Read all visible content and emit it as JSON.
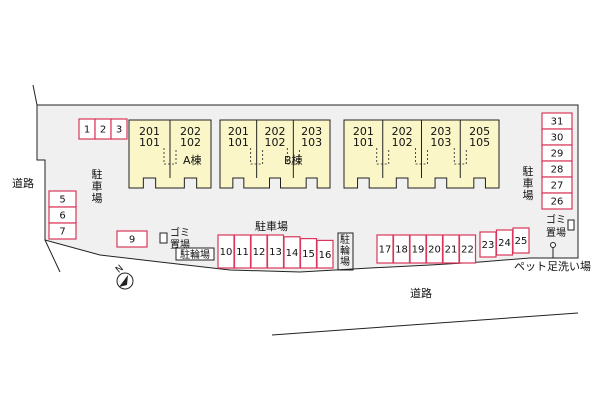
{
  "colors": {
    "lot": "#f0f0f0",
    "parking_outline": "#d8365a",
    "building_fill": "#fbf6c8",
    "line": "#222222"
  },
  "labels": {
    "road_left": "道路",
    "road_bottom": "道路",
    "parking_left": "駐車場",
    "parking_center": "駐車場",
    "parking_right": "駐車場",
    "bicycle_left": "駐輪場",
    "bicycle_center": "駐輪場",
    "garbage_left": "ゴミ置場",
    "garbage_right": "ゴミ置場",
    "pet_wash": "ペット足洗い場",
    "north_symbol": "N"
  },
  "buildings": [
    {
      "name": "A棟",
      "units": [
        [
          "201",
          "101"
        ],
        [
          "202",
          "102"
        ]
      ]
    },
    {
      "name": "B棟",
      "units": [
        [
          "201",
          "101"
        ],
        [
          "202",
          "102"
        ],
        [
          "203",
          "103"
        ]
      ]
    },
    {
      "name": "",
      "units": [
        [
          "201",
          "101"
        ],
        [
          "202",
          "102"
        ],
        [
          "203",
          "103"
        ],
        [
          "205",
          "105"
        ]
      ]
    }
  ],
  "parking": {
    "top_left": [
      "1",
      "2",
      "3"
    ],
    "left_column": [
      "5",
      "6",
      "7"
    ],
    "single": [
      "9"
    ],
    "center_row": [
      "10",
      "11",
      "12",
      "13",
      "14",
      "15",
      "16"
    ],
    "right_row_a": [
      "17",
      "18",
      "19",
      "20",
      "21",
      "22"
    ],
    "right_row_b": [
      "23",
      "24",
      "25"
    ],
    "right_column": [
      "31",
      "30",
      "29",
      "28",
      "27",
      "26"
    ]
  }
}
